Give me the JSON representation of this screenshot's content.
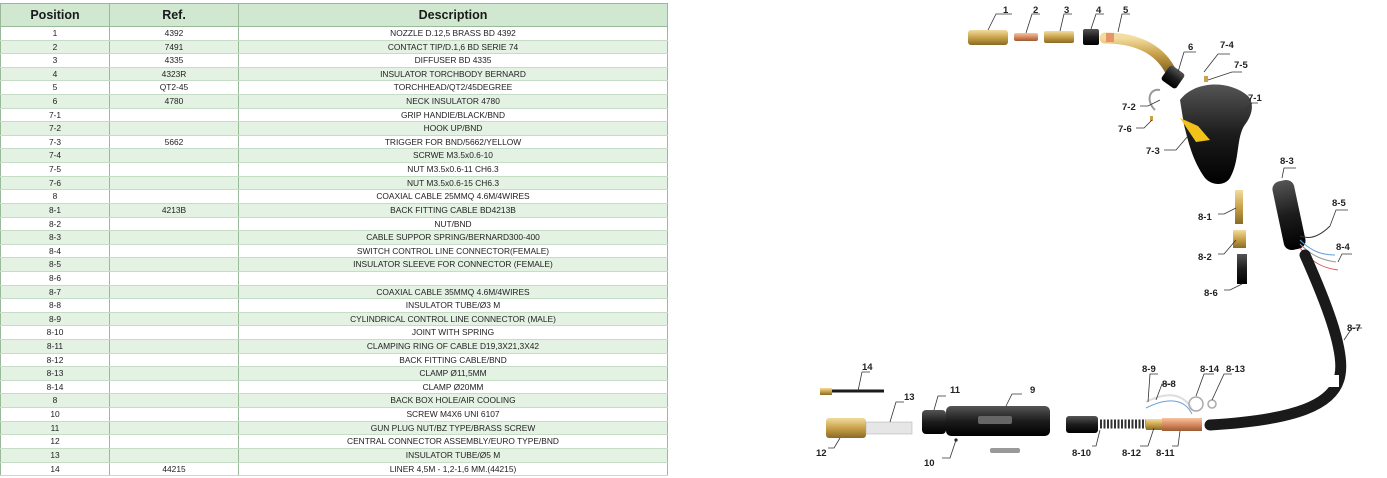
{
  "table": {
    "headers": {
      "position": "Position",
      "ref": "Ref.",
      "description": "Description"
    },
    "rows": [
      {
        "position": "1",
        "ref": "4392",
        "description": "NOZZLE D.12,5 BRASS BD 4392"
      },
      {
        "position": "2",
        "ref": "7491",
        "description": "CONTACT TIP/D.1,6 BD SERIE 74"
      },
      {
        "position": "3",
        "ref": "4335",
        "description": "DIFFUSER BD 4335"
      },
      {
        "position": "4",
        "ref": "4323R",
        "description": "INSULATOR TORCHBODY BERNARD"
      },
      {
        "position": "5",
        "ref": "QT2-45",
        "description": "TORCHHEAD/QT2/45DEGREE"
      },
      {
        "position": "6",
        "ref": "4780",
        "description": "NECK INSULATOR 4780"
      },
      {
        "position": "7-1",
        "ref": "",
        "description": "GRIP HANDIE/BLACK/BND"
      },
      {
        "position": "7-2",
        "ref": "",
        "description": "HOOK UP/BND"
      },
      {
        "position": "7-3",
        "ref": "5662",
        "description": "TRIGGER FOR BND/5662/YELLOW"
      },
      {
        "position": "7-4",
        "ref": "",
        "description": "SCRWE M3.5x0.6-10"
      },
      {
        "position": "7-5",
        "ref": "",
        "description": "NUT M3.5x0.6-11 CH6.3"
      },
      {
        "position": "7-6",
        "ref": "",
        "description": "NUT M3.5x0.6-15 CH6.3"
      },
      {
        "position": "8",
        "ref": "",
        "description": "COAXIAL CABLE 25MMQ 4.6M/4WIRES"
      },
      {
        "position": "8-1",
        "ref": "4213B",
        "description": "BACK FITTING CABLE BD4213B"
      },
      {
        "position": "8-2",
        "ref": "",
        "description": "NUT/BND"
      },
      {
        "position": "8-3",
        "ref": "",
        "description": "CABLE SUPPOR SPRING/BERNARD300-400"
      },
      {
        "position": "8-4",
        "ref": "",
        "description": "SWITCH CONTROL LINE CONNECTOR(FEMALE)"
      },
      {
        "position": "8-5",
        "ref": "",
        "description": "INSULATOR SLEEVE FOR CONNECTOR (FEMALE)"
      },
      {
        "position": "8-6",
        "ref": "",
        "description": ""
      },
      {
        "position": "8-7",
        "ref": "",
        "description": "COAXIAL CABLE 35MMQ 4.6M/4WIRES"
      },
      {
        "position": "8-8",
        "ref": "",
        "description": "INSULATOR TUBE/Ø3 M"
      },
      {
        "position": "8-9",
        "ref": "",
        "description": "CYLINDRICAL CONTROL LINE CONNECTOR (MALE)"
      },
      {
        "position": "8-10",
        "ref": "",
        "description": "JOINT WITH SPRING"
      },
      {
        "position": "8-11",
        "ref": "",
        "description": "CLAMPING RING OF CABLE D19,3X21,3X42"
      },
      {
        "position": "8-12",
        "ref": "",
        "description": "BACK FITTING CABLE/BND"
      },
      {
        "position": "8-13",
        "ref": "",
        "description": "CLAMP Ø11,5MM"
      },
      {
        "position": "8-14",
        "ref": "",
        "description": "CLAMP Ø20MM"
      },
      {
        "position": "8",
        "ref": "",
        "description": "BACK BOX HOLE/AIR COOLING"
      },
      {
        "position": "10",
        "ref": "",
        "description": "SCREW M4X6 UNI 6107"
      },
      {
        "position": "11",
        "ref": "",
        "description": "GUN PLUG NUT/BZ TYPE/BRASS SCREW"
      },
      {
        "position": "12",
        "ref": "",
        "description": "CENTRAL CONNECTOR ASSEMBLY/EURO TYPE/BND"
      },
      {
        "position": "13",
        "ref": "",
        "description": "INSULATOR TUBE/Ø5 M"
      },
      {
        "position": "14",
        "ref": "44215",
        "description": "LINER 4,5M - 1,2-1,6 MM.(44215)"
      }
    ]
  },
  "diagram": {
    "labels": {
      "p1": "1",
      "p2": "2",
      "p3": "3",
      "p4": "4",
      "p5": "5",
      "p6": "6",
      "p7_1": "7-1",
      "p7_2": "7-2",
      "p7_3": "7-3",
      "p7_4": "7-4",
      "p7_5": "7-5",
      "p7_6": "7-6",
      "p8_1": "8-1",
      "p8_2": "8-2",
      "p8_3": "8-3",
      "p8_4": "8-4",
      "p8_5": "8-5",
      "p8_6": "8-6",
      "p8_7": "8-7",
      "p8_8": "8-8",
      "p8_9": "8-9",
      "p8_10": "8-10",
      "p8_11": "8-11",
      "p8_12": "8-12",
      "p8_13": "8-13",
      "p8_14": "8-14",
      "p9": "9",
      "p10": "10",
      "p11": "11",
      "p12": "12",
      "p13": "13",
      "p14": "14"
    }
  },
  "colors": {
    "header_bg": "#cfe8cf",
    "stripe": "#e4f2e4",
    "brass": "#c9a24a",
    "copper": "#d98b5e",
    "black_part": "#1c1c1c",
    "trigger": "#f2c21b"
  }
}
